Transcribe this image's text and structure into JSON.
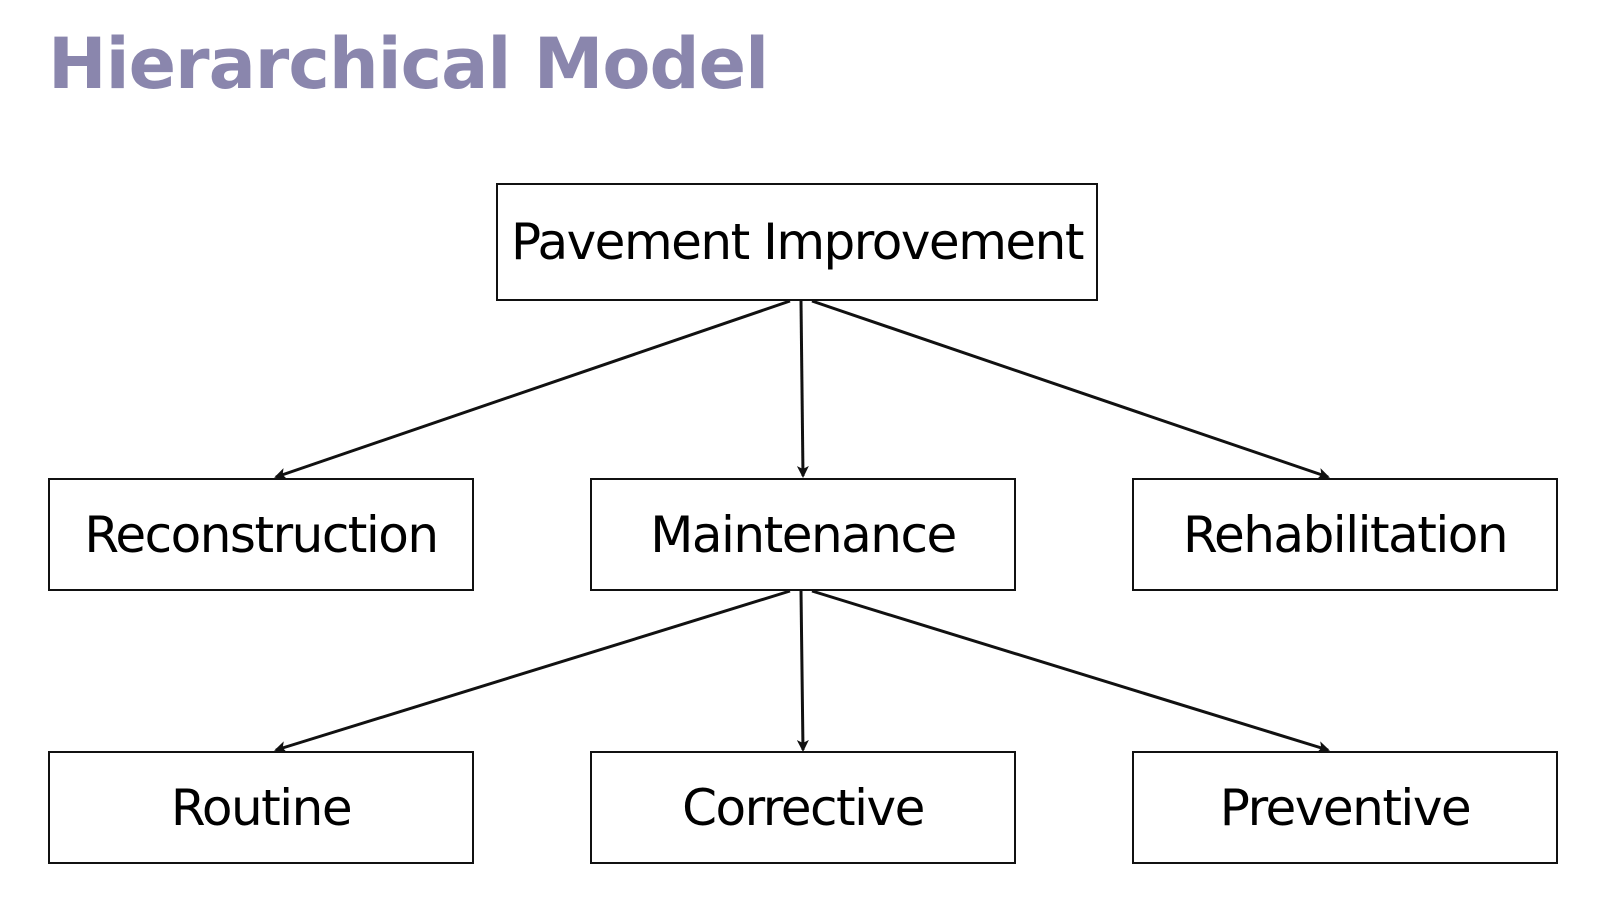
{
  "title": "Hierarchical Model",
  "colors": {
    "title": "#8a86ad",
    "line": "#111111",
    "box_border": "#111111"
  },
  "diagram": {
    "root": {
      "label": "Pavement Improvement"
    },
    "level1": [
      {
        "label": "Reconstruction"
      },
      {
        "label": "Maintenance"
      },
      {
        "label": "Rehabilitation"
      }
    ],
    "level2": [
      {
        "label": "Routine"
      },
      {
        "label": "Corrective"
      },
      {
        "label": "Preventive"
      }
    ],
    "edges": [
      {
        "from": "Pavement Improvement",
        "to": "Reconstruction"
      },
      {
        "from": "Pavement Improvement",
        "to": "Maintenance"
      },
      {
        "from": "Pavement Improvement",
        "to": "Rehabilitation"
      },
      {
        "from": "Maintenance",
        "to": "Routine"
      },
      {
        "from": "Maintenance",
        "to": "Corrective"
      },
      {
        "from": "Maintenance",
        "to": "Preventive"
      }
    ]
  }
}
